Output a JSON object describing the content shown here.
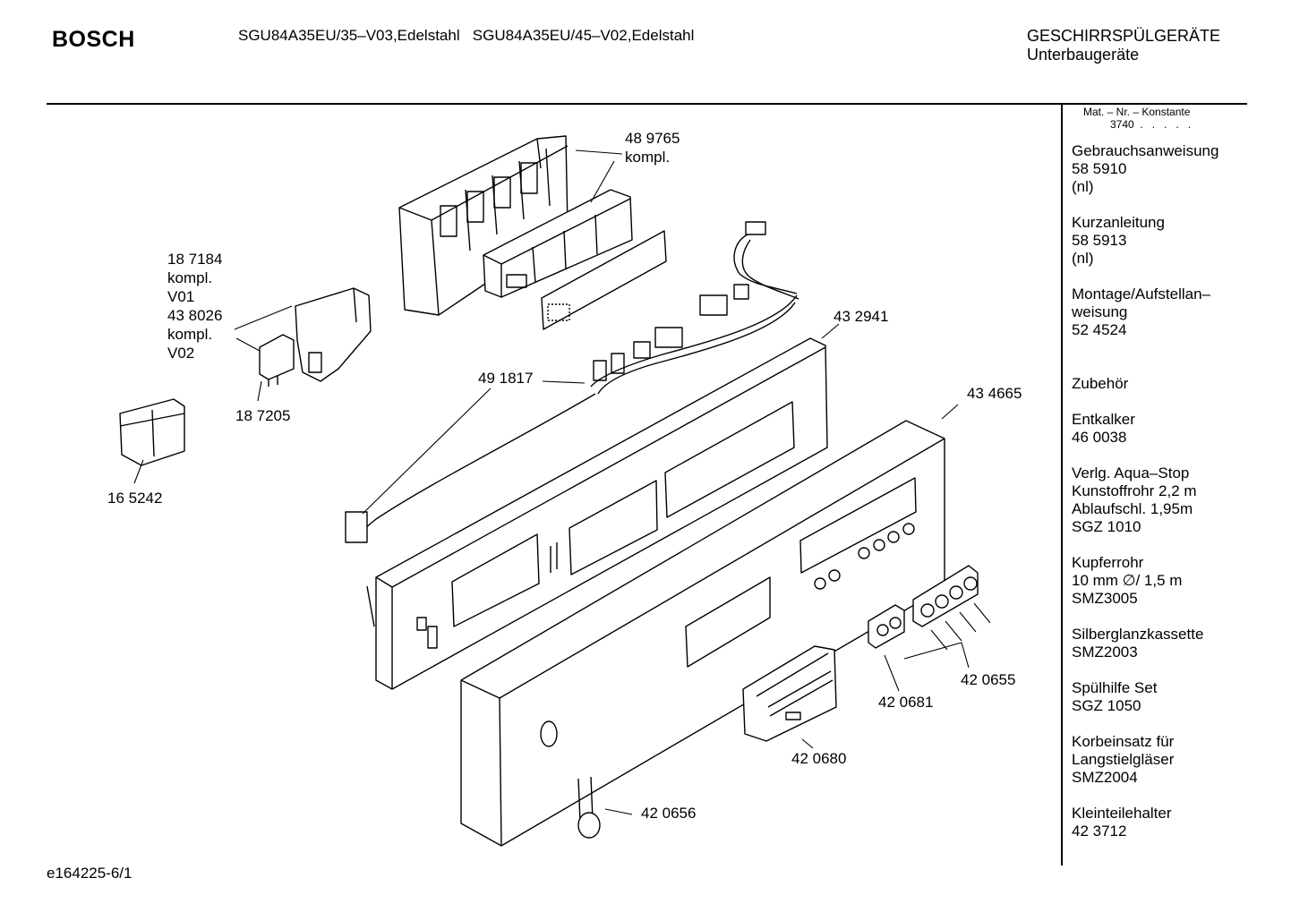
{
  "header": {
    "brand": "BOSCH",
    "models": "SGU84A35EU/35–V03,Edelstahl   SGU84A35EU/45–V02,Edelstahl",
    "category_line1": "GESCHIRRSPÜLGERÄTE",
    "category_line2": "Unterbaugeräte"
  },
  "sidebar": {
    "mat_nr_label": "Mat. – Nr. – Konstante",
    "constant": "3740  .   .   .   .   .",
    "entries": [
      "Gebrauchsanweisung\n58 5910\n(nl)",
      "Kurzanleitung\n58 5913\n(nl)",
      "Montage/Aufstellan–\nweisung\n52 4524",
      "Zubehör",
      "Entkalker\n46 0038",
      "Verlg. Aqua–Stop\nKunstoffrohr 2,2 m\nAblaufschl. 1,95m\nSGZ 1010",
      "Kupferrohr\n10 mm ∅/ 1,5 m\nSMZ3005",
      "Silberglanzkassette\nSMZ2003",
      "Spülhilfe Set\nSGZ 1050",
      "Korbeinsatz für\nLangstielgläser\nSMZ2004",
      "Kleinteilehalter\n42 3712"
    ]
  },
  "callouts": {
    "c489765": "48 9765\nkompl.",
    "c187184": "18 7184\nkompl.\nV01\n43 8026\nkompl.\nV02",
    "c187205": "18 7205",
    "c165242": "16 5242",
    "c491817": "49 1817",
    "c432941": "43 2941",
    "c434665": "43 4665",
    "c420655": "42 0655",
    "c420681": "42 0681",
    "c420680": "42 0680",
    "c420656": "42 0656"
  },
  "footer": {
    "drawing_id": "e164225-6/1"
  }
}
